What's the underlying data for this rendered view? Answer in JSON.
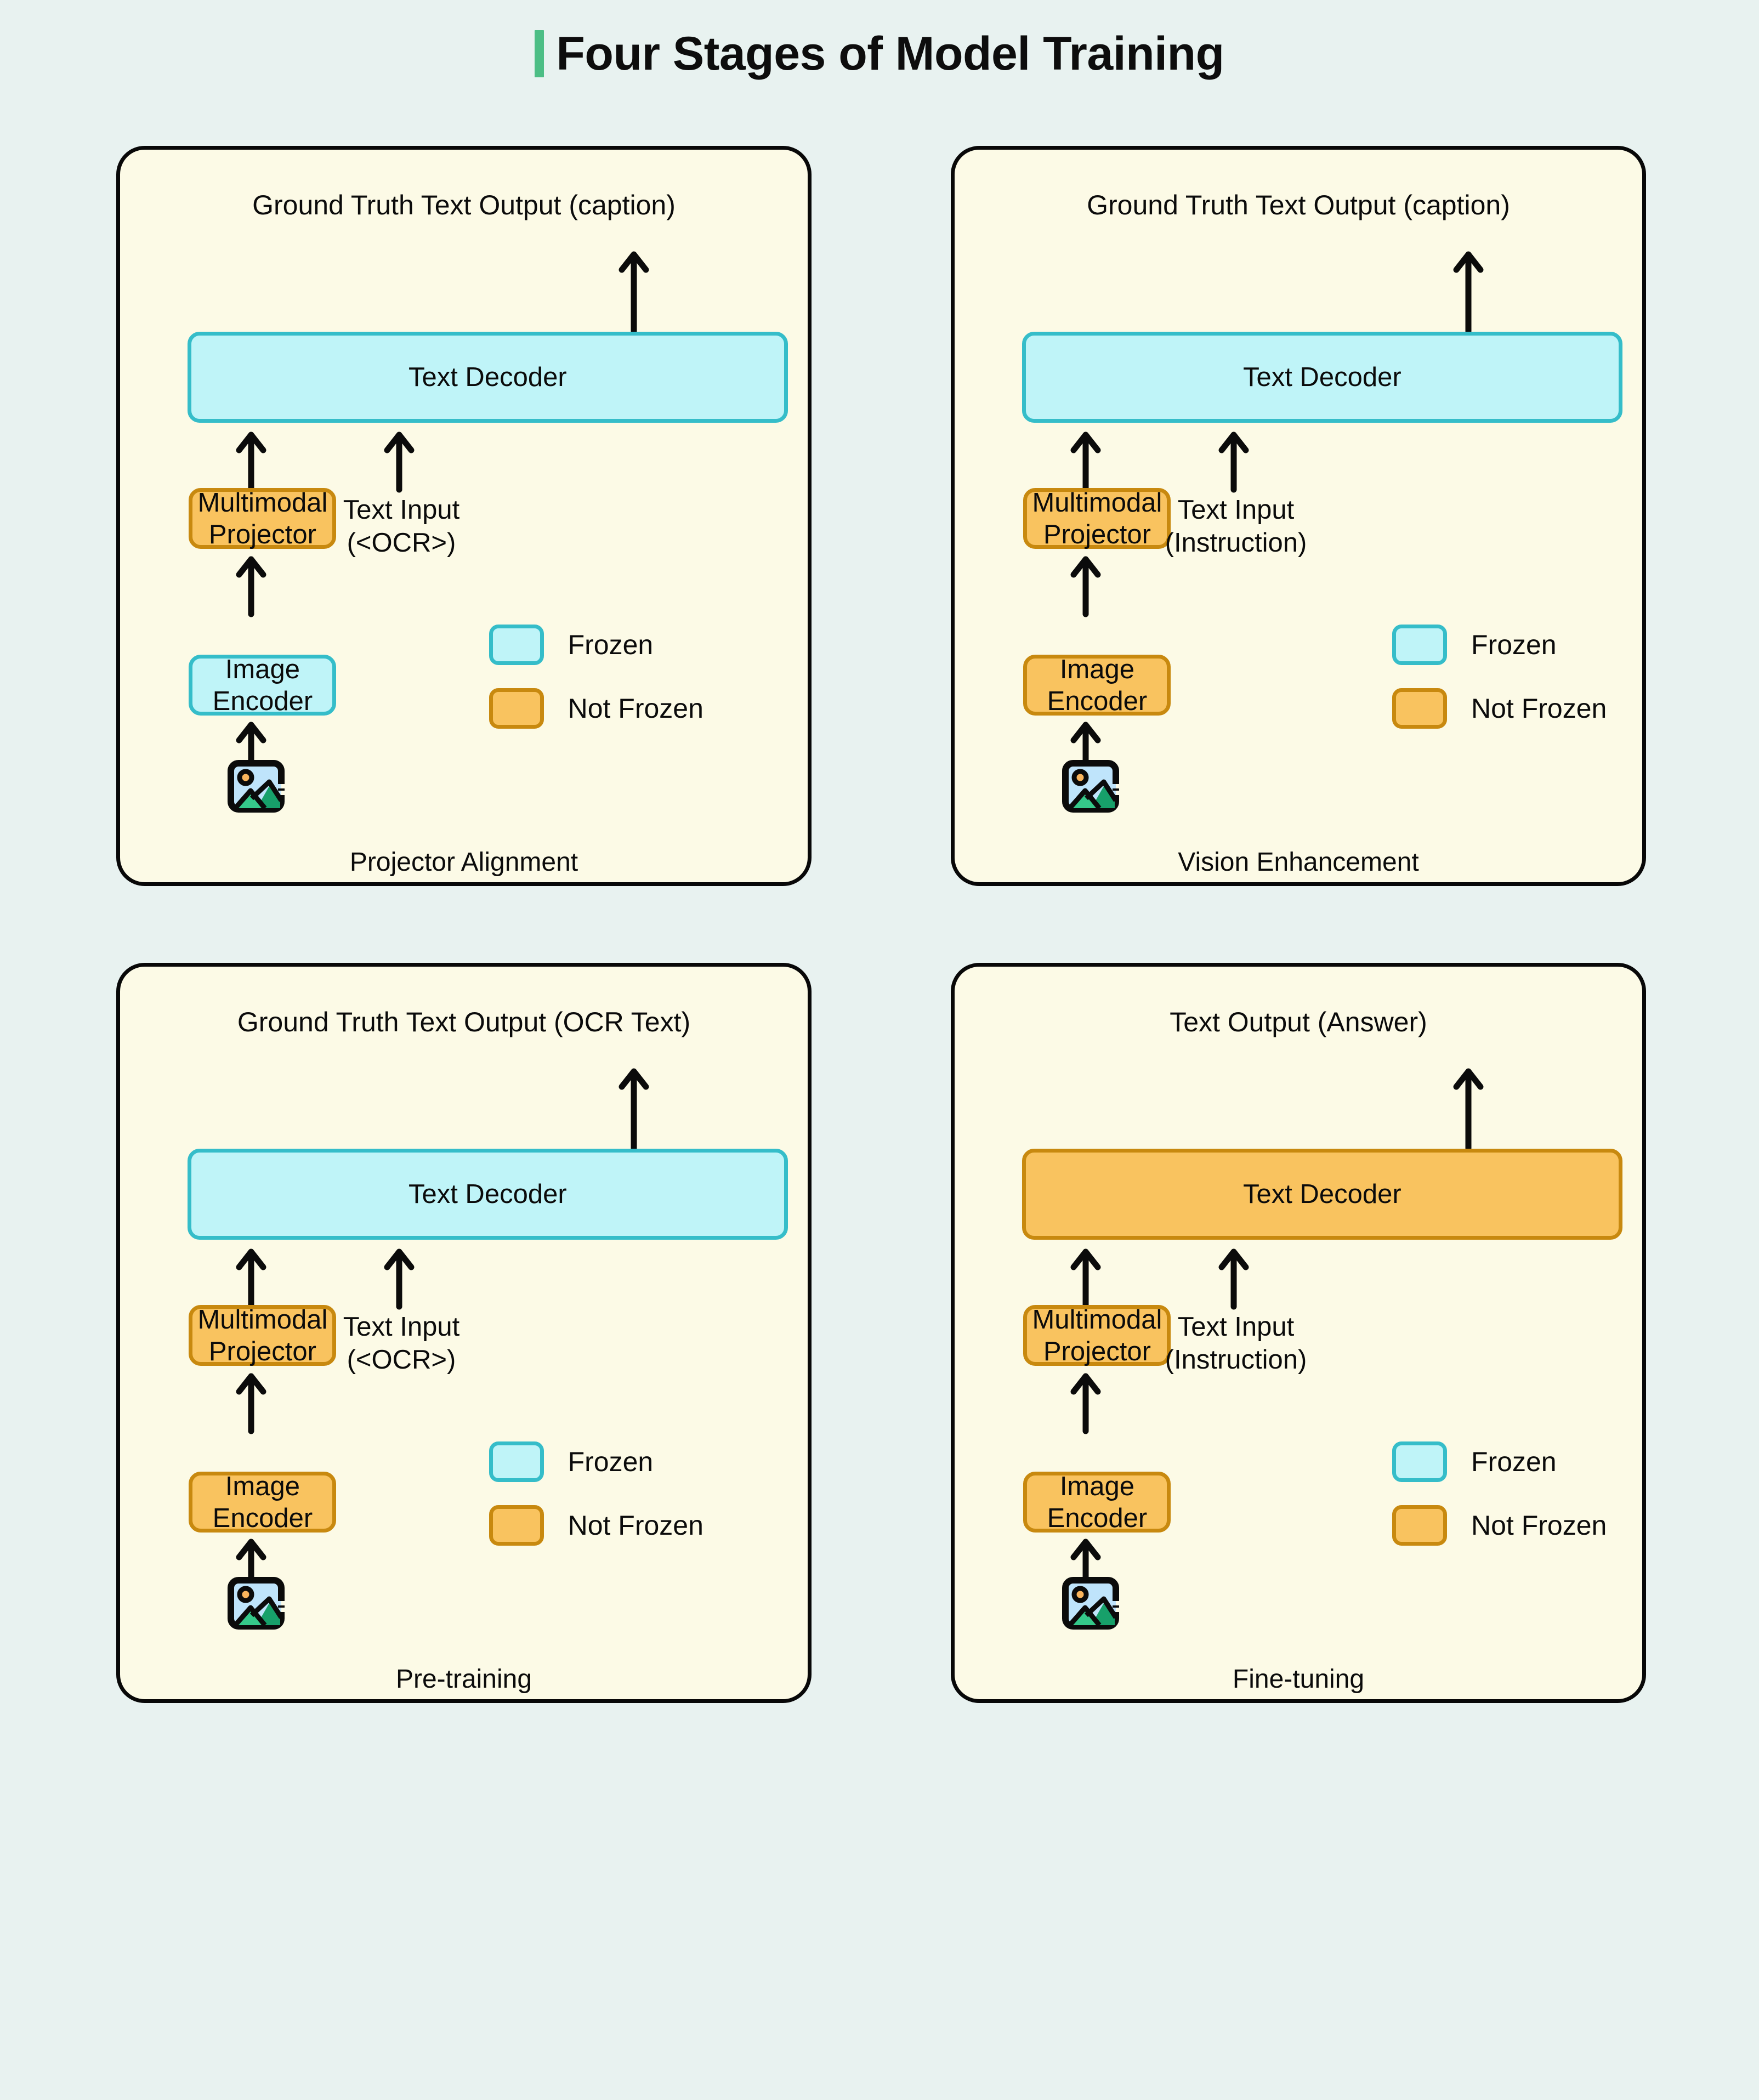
{
  "header": {
    "title": "Four Stages of Model Training",
    "accent_color": "#4cbe85"
  },
  "theme": {
    "page_background": "#e8f2f0",
    "panel_background": "#fcfae6",
    "panel_border": "#080808",
    "frozen_fill": "#bff4f8",
    "frozen_border": "#35bdc9",
    "unfrozen_fill": "#f9c35f",
    "unfrozen_border": "#c8890f",
    "arrow_color": "#0b0b0b"
  },
  "legend": {
    "frozen_label": "Frozen",
    "not_frozen_label": "Not Frozen"
  },
  "icons": {
    "image_icon": "image-placeholder-icon",
    "arrow_icon": "arrow-up-icon"
  },
  "panels": [
    {
      "id": "projector-alignment",
      "output_label": "Ground Truth Text Output (caption)",
      "decoder_label": "Text Decoder",
      "decoder_state": "frozen",
      "projector_label": "Multimodal\nProjector",
      "projector_state": "unfrozen",
      "encoder_label": "Image Encoder",
      "encoder_state": "frozen",
      "text_input_label": "Text Input\n(<OCR>)",
      "caption": "Projector Alignment"
    },
    {
      "id": "vision-enhancement",
      "output_label": "Ground Truth Text Output (caption)",
      "decoder_label": "Text Decoder",
      "decoder_state": "frozen",
      "projector_label": "Multimodal\nProjector",
      "projector_state": "unfrozen",
      "encoder_label": "Image Encoder",
      "encoder_state": "unfrozen",
      "text_input_label": "Text Input\n(Instruction)",
      "caption": "Vision Enhancement"
    },
    {
      "id": "pre-training",
      "output_label": "Ground Truth Text Output (OCR Text)",
      "decoder_label": "Text Decoder",
      "decoder_state": "frozen",
      "projector_label": "Multimodal\nProjector",
      "projector_state": "unfrozen",
      "encoder_label": "Image Encoder",
      "encoder_state": "unfrozen",
      "text_input_label": "Text Input\n(<OCR>)",
      "caption": "Pre-training"
    },
    {
      "id": "fine-tuning",
      "output_label": "Text Output (Answer)",
      "decoder_label": "Text Decoder",
      "decoder_state": "unfrozen",
      "projector_label": "Multimodal\nProjector",
      "projector_state": "unfrozen",
      "encoder_label": "Image Encoder",
      "encoder_state": "unfrozen",
      "text_input_label": "Text Input\n(Instruction)",
      "caption": "Fine-tuning"
    }
  ]
}
